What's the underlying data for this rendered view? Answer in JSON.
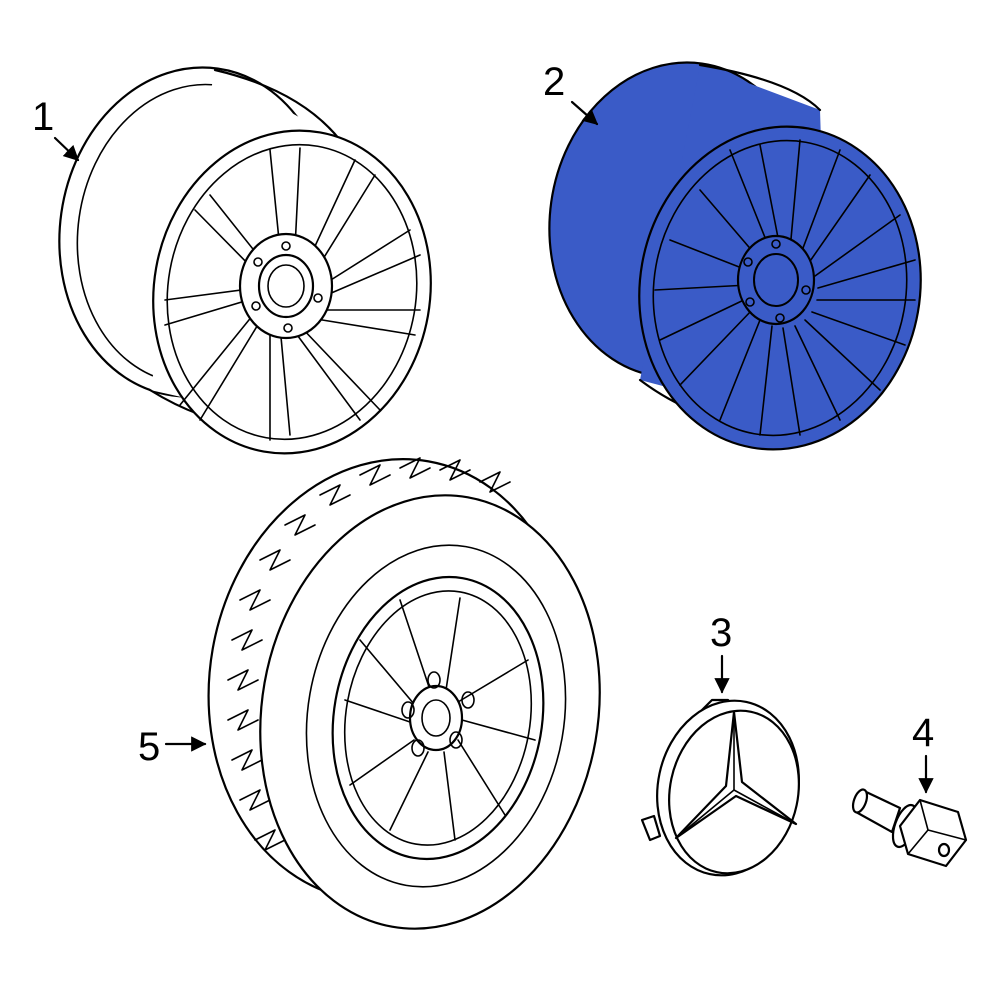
{
  "colors": {
    "highlight": "#3A5BC7",
    "line": "#000000",
    "background": "#FFFFFF"
  },
  "callouts": {
    "c1": "1",
    "c2": "2",
    "c3": "3",
    "c4": "4",
    "c5": "5"
  }
}
